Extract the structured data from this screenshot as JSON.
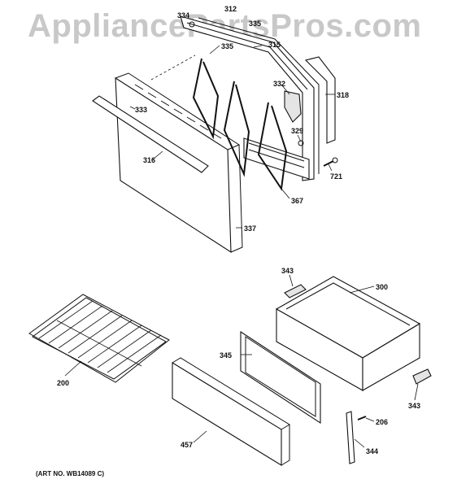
{
  "watermark": "AppliancePartsPros.com",
  "art_number": "(ART NO. WB14089 C)",
  "parts": {
    "p334": "334",
    "p312": "312",
    "p335": "335",
    "p335b": "335",
    "p315": "315",
    "p318": "318",
    "p332": "332",
    "p333": "333",
    "p329": "329",
    "p721": "721",
    "p316": "316",
    "p367": "367",
    "p337": "337",
    "p343a": "343",
    "p300": "300",
    "p345": "345",
    "p200": "200",
    "p343b": "343",
    "p206": "206",
    "p457": "457",
    "p344": "344"
  }
}
